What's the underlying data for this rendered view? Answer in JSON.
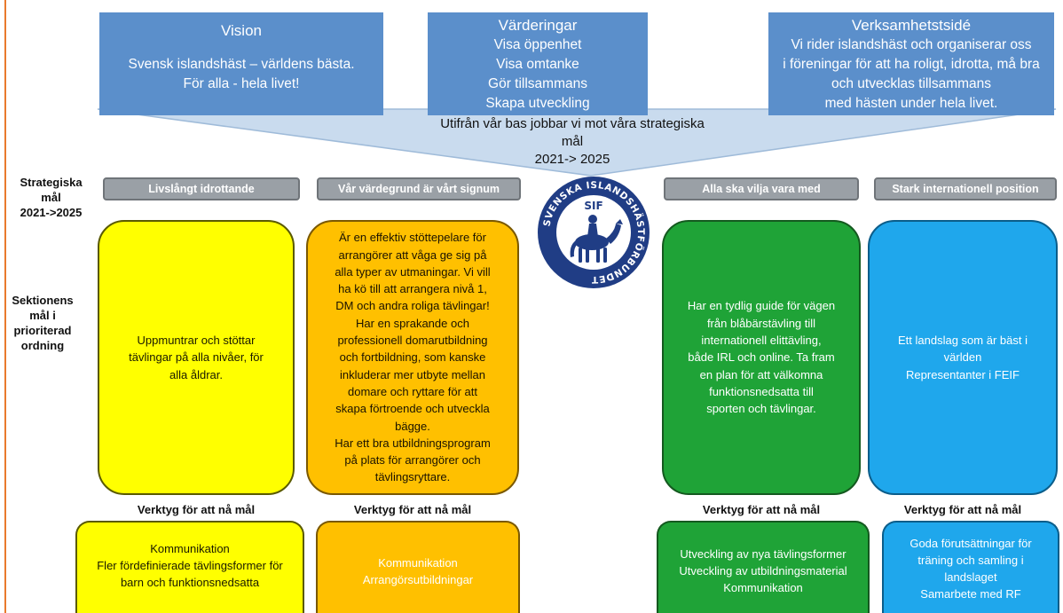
{
  "top": {
    "vision": {
      "title": "Vision",
      "lines": [
        "Svensk islandshäst – världens bästa.",
        "För alla - hela livet!"
      ]
    },
    "values": {
      "title": "Värderingar",
      "lines": [
        "Visa öppenhet",
        "Visa omtanke",
        "Gör tillsammans",
        "Skapa utveckling"
      ]
    },
    "business": {
      "title": "Verksamhetstsidé",
      "lines": [
        "Vi rider islandshäst och organiserar oss",
        "i föreningar för att ha roligt, idrotta, må bra",
        "och utvecklas tillsammans",
        "med hästen under hela livet."
      ]
    }
  },
  "funnel": {
    "line1": "Utifrån vår bas jobbar vi mot våra strategiska",
    "line2": "mål",
    "line3": "2021-> 2025"
  },
  "side": {
    "strategic": [
      "Strategiska",
      "mål",
      "2021->2025"
    ],
    "section": [
      "Sektionens",
      "mål i",
      "prioriterad",
      "ordning"
    ]
  },
  "headers": [
    "Livslångt idrottande",
    "Vår värdegrund är vårt signum",
    "Alla ska vilja vara med",
    "Stark internationell position"
  ],
  "goals": [
    {
      "lines": [
        "Uppmuntrar och stöttar",
        "tävlingar på alla nivåer, för",
        "alla åldrar."
      ]
    },
    {
      "lines": [
        "Är en effektiv stöttepelare för",
        "arrangörer att våga ge sig på",
        "alla typer av utmaningar. Vi vill",
        "ha kö till att arrangera nivå 1,",
        "DM och andra roliga tävlingar!",
        "Har en sprakande och",
        "professionell domarutbildning",
        "och fortbildning, som kanske",
        "inkluderar mer utbyte mellan",
        "domare och ryttare för att",
        "skapa förtroende och utveckla",
        "bägge.",
        "Har ett bra utbildningsprogram",
        "på plats för arrangörer och",
        "tävlingsryttare."
      ]
    },
    {
      "lines": [
        "Har en tydlig guide för vägen",
        "från blåbärstävling till",
        "internationell elittävling,",
        "både IRL och online. Ta fram",
        "en plan för att välkomna",
        "funktionsnedsatta till",
        "sporten och tävlingar."
      ]
    },
    {
      "lines": [
        "Ett landslag som är bäst i",
        "världen",
        "Representanter i FEIF"
      ]
    }
  ],
  "tool_label": "Verktyg för att nå mål",
  "tools": [
    {
      "lines": [
        "Kommunikation",
        "Fler fördefinierade tävlingsformer för",
        "barn och funktionsnedsatta"
      ]
    },
    {
      "lines": [
        "Kommunikation",
        "Arrangörsutbildningar"
      ]
    },
    {
      "lines": [
        "Utveckling av nya tävlingsformer",
        "Utveckling av utbildningsmaterial",
        "Kommunikation"
      ]
    },
    {
      "lines": [
        "Goda förutsättningar för",
        "träning och samling i",
        "landslaget",
        "Samarbete med RF"
      ]
    }
  ],
  "logo": {
    "top": "SIF",
    "ring": "SVENSKA ISLANDSHÄSTFÖRBUNDET"
  },
  "colors": {
    "top_box": "#5b8fcb",
    "funnel": "#c9dbee",
    "header": "#9aa0a6",
    "yellow": "#ffff00",
    "orange": "#ffc000",
    "green": "#1fa337",
    "blue": "#1fa7ec",
    "logo": "#203d85"
  }
}
